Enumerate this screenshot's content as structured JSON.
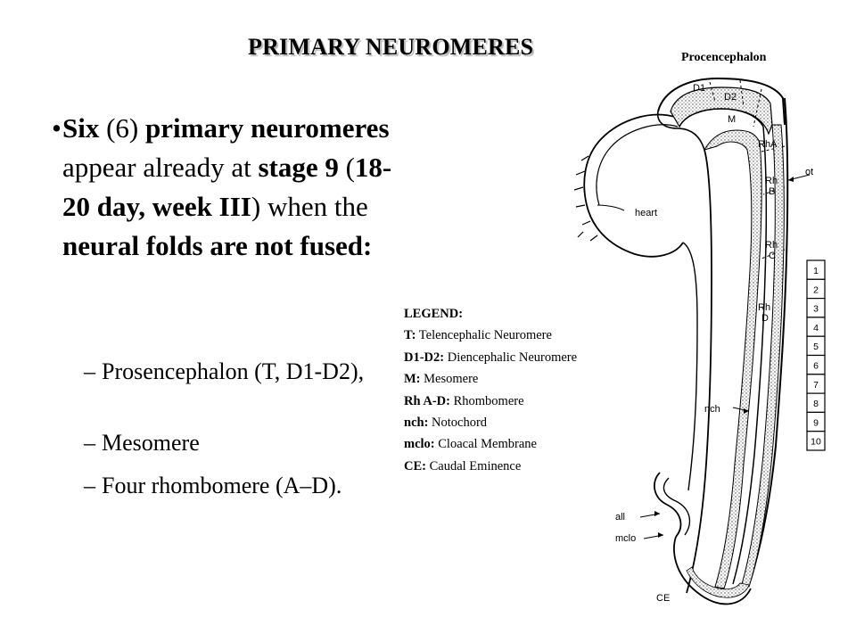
{
  "title": "PRIMARY NEUROMERES",
  "caption": "Procencephalon",
  "bullet": {
    "symbol": "•",
    "parts": [
      {
        "text": "Six ",
        "bold": true
      },
      {
        "text": "(6) ",
        "bold": false
      },
      {
        "text": "primary neuromeres",
        "bold": true
      },
      {
        "text": " appear already at ",
        "bold": false
      },
      {
        "text": "stage 9",
        "bold": true
      },
      {
        "text": " (",
        "bold": false
      },
      {
        "text": "18-20 day, week III",
        "bold": true
      },
      {
        "text": ") when the ",
        "bold": false
      },
      {
        "text": "neural folds are not fused:",
        "bold": true
      }
    ]
  },
  "subitems": [
    {
      "dash": "–",
      "text": "Prosencephalon (T, D1-D2),"
    },
    {
      "dash": "–",
      "text": "Mesomere"
    },
    {
      "dash": "–",
      "text": "Four rhombomere (A–D)."
    }
  ],
  "legend": {
    "heading": "LEGEND:",
    "entries": [
      {
        "abbr": "T:",
        "text": " Telencephalic Neuromere"
      },
      {
        "abbr": "D1-D2:",
        "text": " Diencephalic Neuromere"
      },
      {
        "abbr": "M:",
        "text": " Mesomere"
      },
      {
        "abbr": "Rh A-D:",
        "text": " Rhombomere"
      },
      {
        "abbr": "nch:",
        "text": " Notochord"
      },
      {
        "abbr": "mclo:",
        "text": " Cloacal Membrane"
      },
      {
        "abbr": "CE:",
        "text": " Caudal Eminence"
      }
    ]
  },
  "diagram": {
    "labels": {
      "d1": "D1",
      "d2": "D2",
      "m": "M",
      "rha": "RhA",
      "rhb_1": "Rh",
      "rhb_2": "B",
      "rhc_1": "Rh",
      "rhc_2": "C",
      "rhd_1": "Rh",
      "rhd_2": "D",
      "ot": "ot",
      "heart": "heart",
      "nch": "nch",
      "all": "all",
      "mclo": "mclo",
      "ce": "CE"
    },
    "somites": [
      "1",
      "2",
      "3",
      "4",
      "5",
      "6",
      "7",
      "8",
      "9",
      "10"
    ]
  }
}
